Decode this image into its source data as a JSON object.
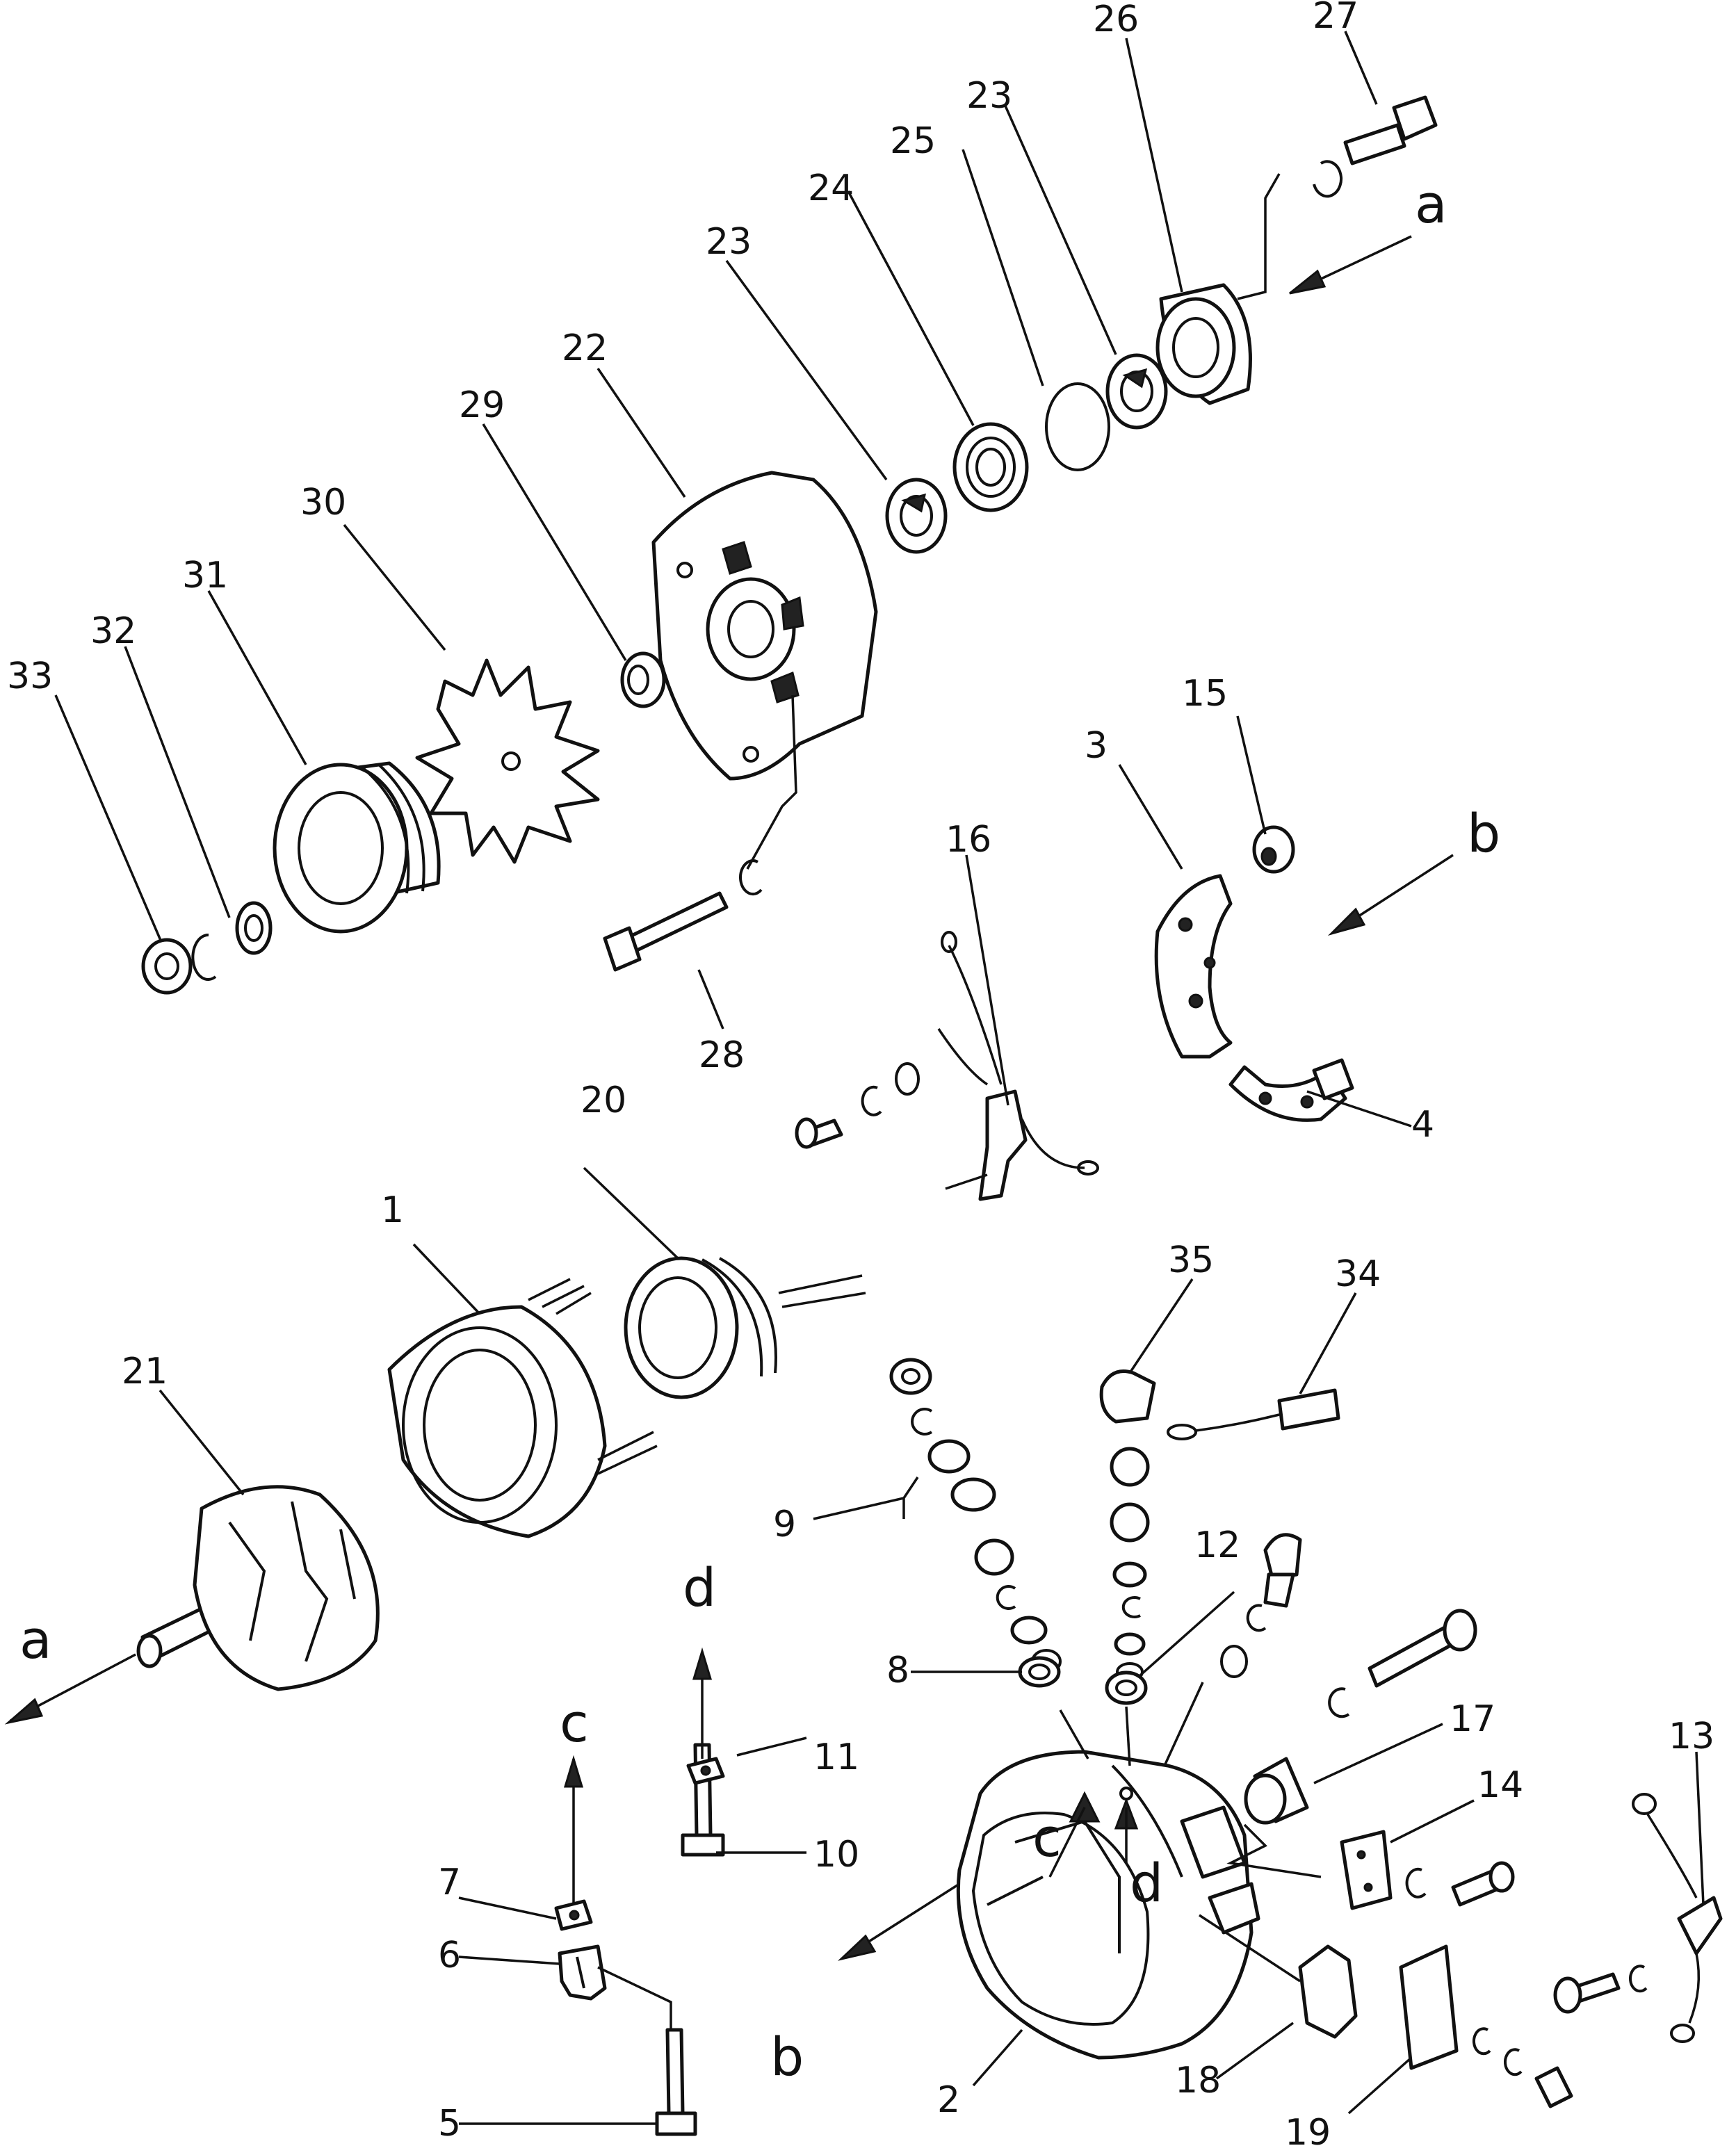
{
  "callouts": {
    "n1": "1",
    "n2": "2",
    "n3": "3",
    "n4": "4",
    "n5": "5",
    "n6": "6",
    "n7": "7",
    "n8": "8",
    "n9": "9",
    "n10": "10",
    "n11": "11",
    "n12": "12",
    "n13": "13",
    "n14": "14",
    "n15": "15",
    "n16": "16",
    "n17": "17",
    "n18": "18",
    "n19": "19",
    "n20": "20",
    "n21": "21",
    "n22": "22",
    "n23a": "23",
    "n23b": "23",
    "n24": "24",
    "n25": "25",
    "n26": "26",
    "n27": "27",
    "n28": "28",
    "n29": "29",
    "n30": "30",
    "n31": "31",
    "n32": "32",
    "n33": "33",
    "n34": "34",
    "n35": "35"
  },
  "view_markers": {
    "a_top": "a",
    "a_left": "a",
    "b_right": "b",
    "b_bottom": "b",
    "c_left": "c",
    "c_housing": "c",
    "d_left": "d",
    "d_housing": "d"
  }
}
